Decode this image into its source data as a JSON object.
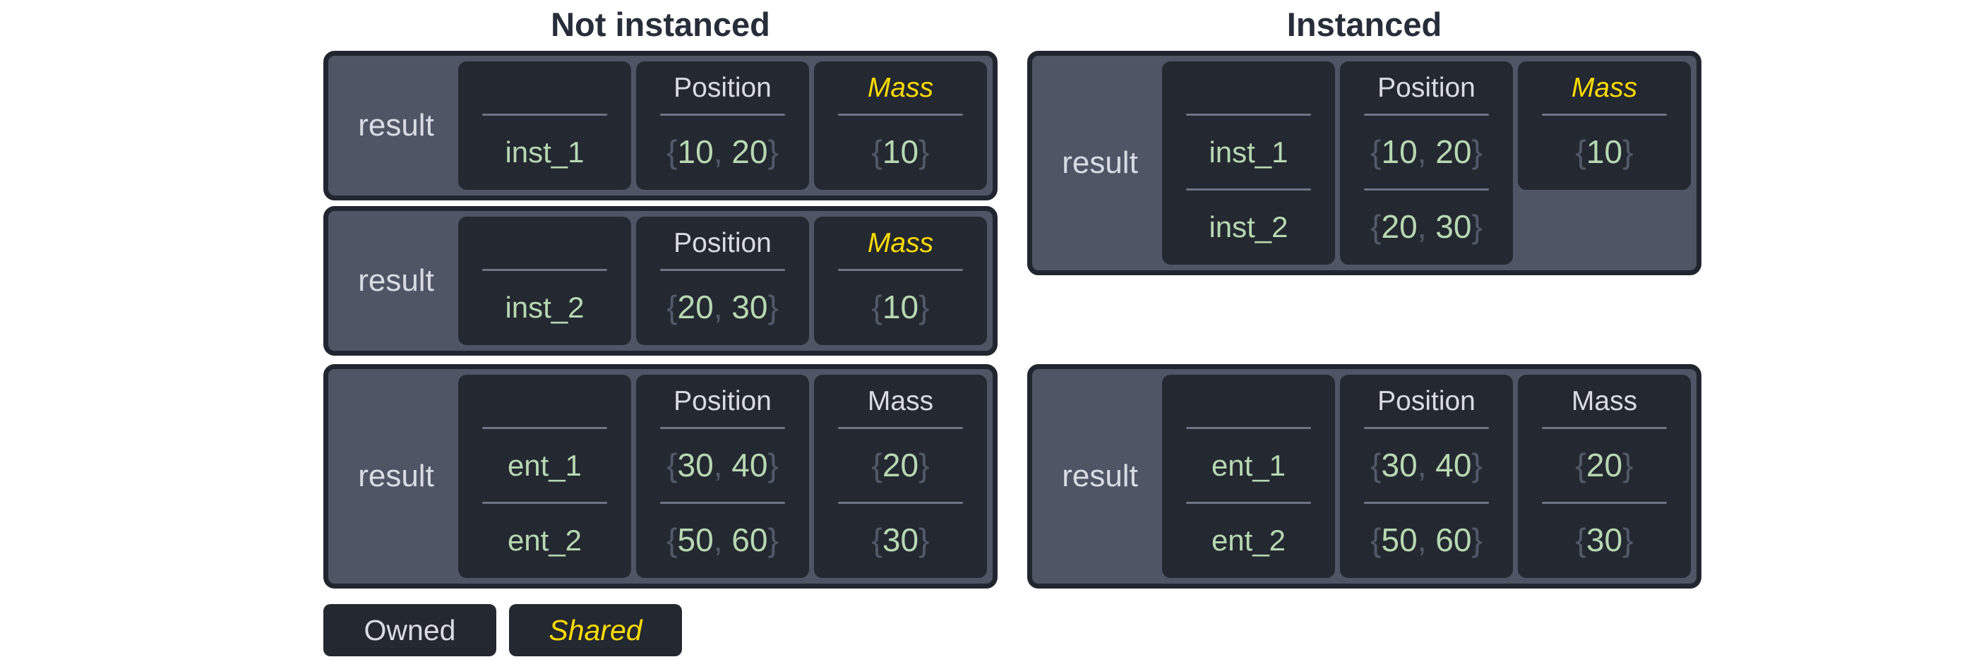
{
  "colors": {
    "page_background": "#ffffff",
    "box_border": "#20252f",
    "box_background": "#4f5565",
    "cell_background": "#242830",
    "text_light": "#d9dce3",
    "text_green": "#b7d8b2",
    "text_punctuation_gray": "#525a6a",
    "text_shared_yellow": "#ffdc00",
    "divider": "#6e7486",
    "title_dark": "#272d3a"
  },
  "punctuation": {
    "brace_open": "{",
    "brace_close": "}",
    "comma": ", "
  },
  "groups": [
    {
      "id": "not-instanced",
      "title": "Not instanced",
      "boxes": [
        {
          "result_label": "result",
          "columns": [
            {
              "header": "",
              "header_style": "none",
              "rows": [
                {
                  "kind": "name",
                  "text": "inst_1"
                }
              ]
            },
            {
              "header": "Position",
              "header_style": "owned",
              "rows": [
                {
                  "kind": "tuple",
                  "values": [
                    "10",
                    "20"
                  ]
                }
              ]
            },
            {
              "header": "Mass",
              "header_style": "shared",
              "rows": [
                {
                  "kind": "tuple",
                  "values": [
                    "10"
                  ]
                }
              ]
            }
          ]
        },
        {
          "result_label": "result",
          "columns": [
            {
              "header": "",
              "header_style": "none",
              "rows": [
                {
                  "kind": "name",
                  "text": "inst_2"
                }
              ]
            },
            {
              "header": "Position",
              "header_style": "owned",
              "rows": [
                {
                  "kind": "tuple",
                  "values": [
                    "20",
                    "30"
                  ]
                }
              ]
            },
            {
              "header": "Mass",
              "header_style": "shared",
              "rows": [
                {
                  "kind": "tuple",
                  "values": [
                    "10"
                  ]
                }
              ]
            }
          ]
        },
        {
          "result_label": "result",
          "columns": [
            {
              "header": "",
              "header_style": "none",
              "rows": [
                {
                  "kind": "name",
                  "text": "ent_1"
                },
                {
                  "kind": "name",
                  "text": "ent_2"
                }
              ]
            },
            {
              "header": "Position",
              "header_style": "owned",
              "rows": [
                {
                  "kind": "tuple",
                  "values": [
                    "30",
                    "40"
                  ]
                },
                {
                  "kind": "tuple",
                  "values": [
                    "50",
                    "60"
                  ]
                }
              ]
            },
            {
              "header": "Mass",
              "header_style": "owned",
              "rows": [
                {
                  "kind": "tuple",
                  "values": [
                    "20"
                  ]
                },
                {
                  "kind": "tuple",
                  "values": [
                    "30"
                  ]
                }
              ]
            }
          ]
        }
      ]
    },
    {
      "id": "instanced",
      "title": "Instanced",
      "boxes": [
        {
          "result_label": "result",
          "columns": [
            {
              "header": "",
              "header_style": "none",
              "rows": [
                {
                  "kind": "name",
                  "text": "inst_1"
                },
                {
                  "kind": "name",
                  "text": "inst_2"
                }
              ]
            },
            {
              "header": "Position",
              "header_style": "owned",
              "rows": [
                {
                  "kind": "tuple",
                  "values": [
                    "10",
                    "20"
                  ]
                },
                {
                  "kind": "tuple",
                  "values": [
                    "20",
                    "30"
                  ]
                }
              ]
            },
            {
              "header": "Mass",
              "header_style": "shared",
              "rows": [
                {
                  "kind": "tuple",
                  "values": [
                    "10"
                  ]
                }
              ]
            }
          ]
        },
        {
          "result_label": "result",
          "columns": [
            {
              "header": "",
              "header_style": "none",
              "rows": [
                {
                  "kind": "name",
                  "text": "ent_1"
                },
                {
                  "kind": "name",
                  "text": "ent_2"
                }
              ]
            },
            {
              "header": "Position",
              "header_style": "owned",
              "rows": [
                {
                  "kind": "tuple",
                  "values": [
                    "30",
                    "40"
                  ]
                },
                {
                  "kind": "tuple",
                  "values": [
                    "50",
                    "60"
                  ]
                }
              ]
            },
            {
              "header": "Mass",
              "header_style": "owned",
              "rows": [
                {
                  "kind": "tuple",
                  "values": [
                    "20"
                  ]
                },
                {
                  "kind": "tuple",
                  "values": [
                    "30"
                  ]
                }
              ]
            }
          ]
        }
      ]
    }
  ],
  "legend": {
    "items": [
      {
        "label": "Owned",
        "style": "owned"
      },
      {
        "label": "Shared",
        "style": "shared"
      }
    ]
  }
}
